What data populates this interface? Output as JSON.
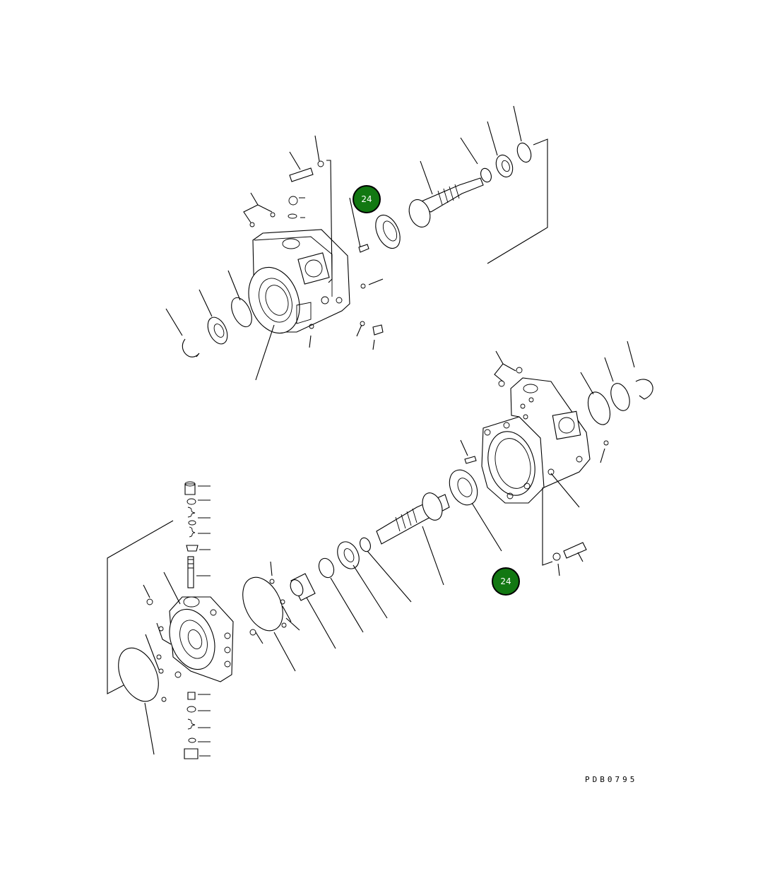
{
  "diagram": {
    "drawing_code": "PDB0795",
    "callouts": [
      {
        "id": "callout-upper",
        "label": "24",
        "color": "#127812"
      },
      {
        "id": "callout-lower",
        "label": "24",
        "color": "#127812"
      }
    ]
  }
}
